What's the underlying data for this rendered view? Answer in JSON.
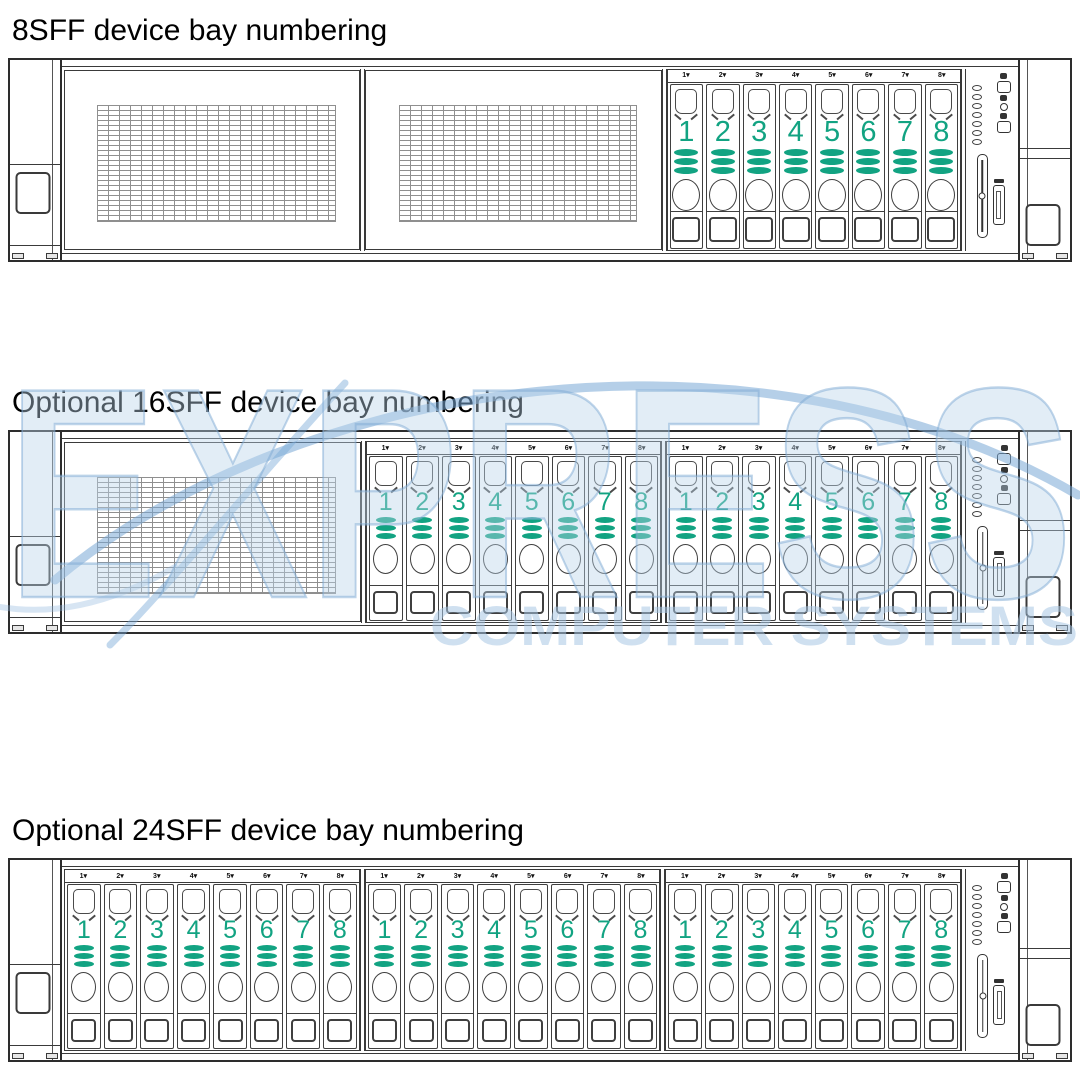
{
  "page": {
    "background": "#ffffff"
  },
  "colors": {
    "accent_green": "#12A382",
    "line_dark": "#333333",
    "mesh_gray": "#8F8F8F",
    "watermark_blue": "#A8C7E3",
    "watermark_swoosh": "#78A8D6"
  },
  "watermark": {
    "line1": "EXPRESS",
    "line2": "COMPUTER SYSTEMS"
  },
  "bay": {
    "top_label_suffix": "▾"
  },
  "control_panel": {
    "led_count": 7,
    "icons": [
      "power-icon",
      "power-button",
      "health-icon",
      "health-led",
      "nic-icon",
      "uid-button",
      "sid-pull-handle",
      "usb-icon",
      "usb-port"
    ]
  },
  "sections": [
    {
      "id": "8sff",
      "title": "8SFF device bay numbering",
      "bay_style": "wide",
      "panels": [
        "blank",
        "blank",
        "bays"
      ],
      "bay_groups": [
        {
          "bays": [
            "1",
            "2",
            "3",
            "4",
            "5",
            "6",
            "7",
            "8"
          ]
        }
      ]
    },
    {
      "id": "16sff",
      "title": "Optional 16SFF device bay numbering",
      "bay_style": "slim",
      "panels": [
        "blank",
        "bays",
        "bays"
      ],
      "bay_groups": [
        {
          "bays": [
            "1",
            "2",
            "3",
            "4",
            "5",
            "6",
            "7",
            "8"
          ]
        },
        {
          "bays": [
            "1",
            "2",
            "3",
            "4",
            "5",
            "6",
            "7",
            "8"
          ]
        }
      ]
    },
    {
      "id": "24sff",
      "title": "Optional 24SFF device bay numbering",
      "bay_style": "slim",
      "panels": [
        "bays",
        "bays",
        "bays"
      ],
      "bay_groups": [
        {
          "bays": [
            "1",
            "2",
            "3",
            "4",
            "5",
            "6",
            "7",
            "8"
          ]
        },
        {
          "bays": [
            "1",
            "2",
            "3",
            "4",
            "5",
            "6",
            "7",
            "8"
          ]
        },
        {
          "bays": [
            "1",
            "2",
            "3",
            "4",
            "5",
            "6",
            "7",
            "8"
          ]
        }
      ]
    }
  ]
}
